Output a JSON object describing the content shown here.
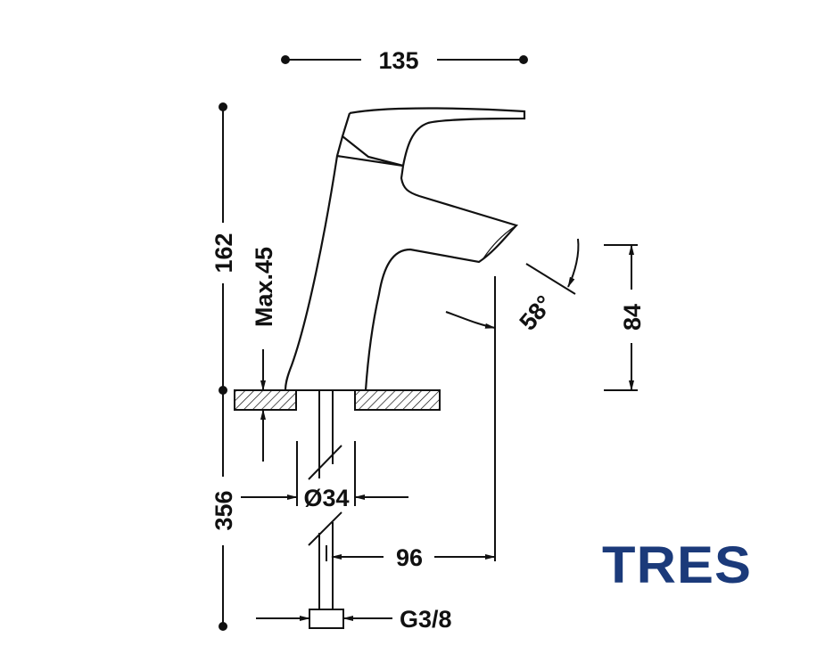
{
  "drawing": {
    "width_overall": "135",
    "height_overall": "162",
    "max_counter_thickness": "Max.45",
    "hose_length": "356",
    "spout_angle": "58°",
    "spout_height": "84",
    "hole_diameter": "Ø34",
    "spout_reach": "96",
    "connection_thread": "G3/8"
  },
  "brand": {
    "name": "TRES",
    "color": "#1b3a7a"
  }
}
